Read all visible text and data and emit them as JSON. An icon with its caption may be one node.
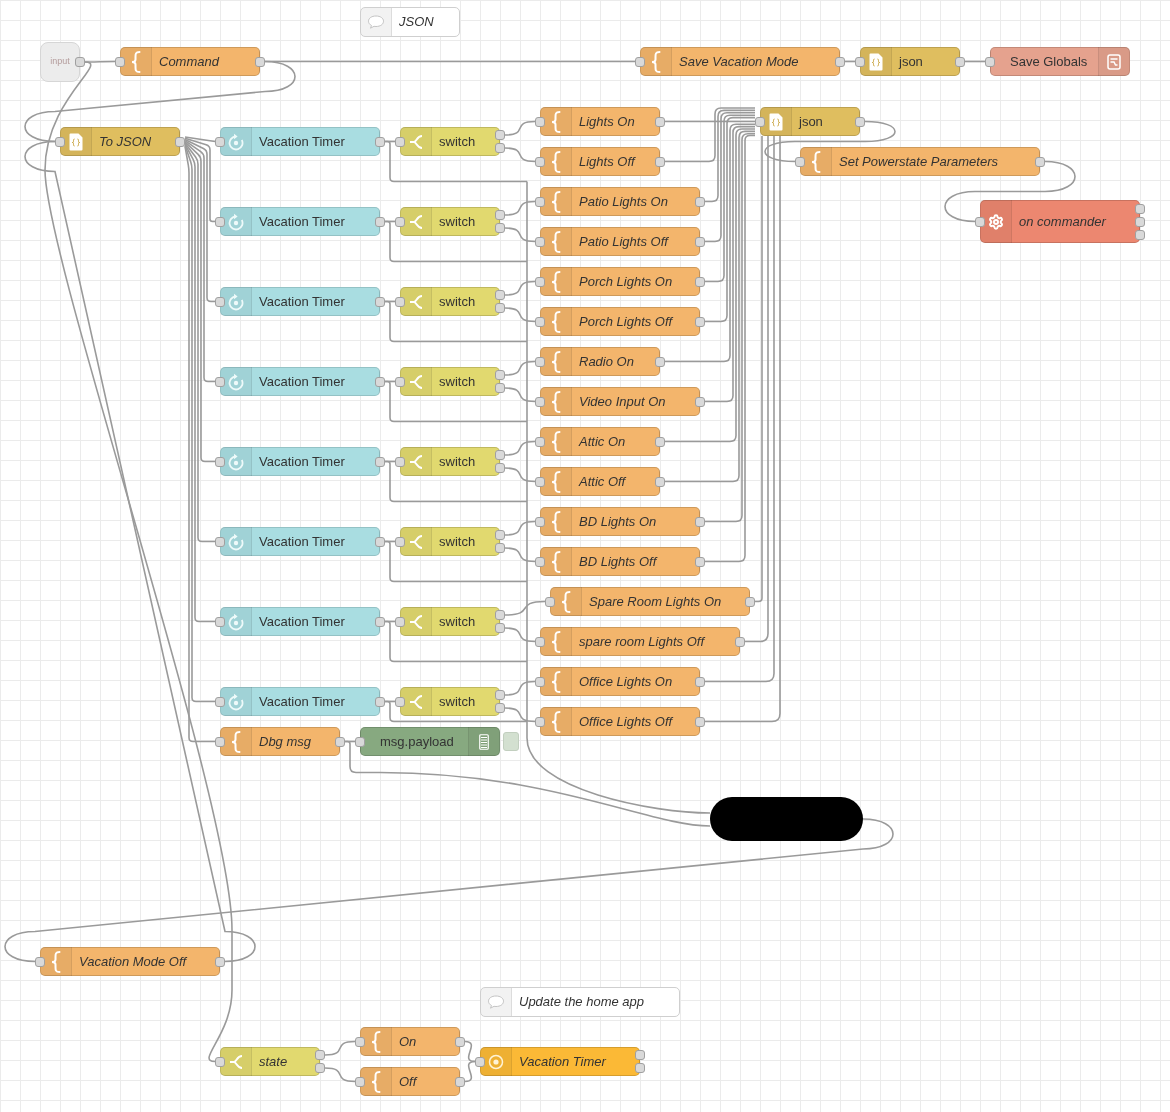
{
  "diagram": {
    "nodes": [
      {
        "text": [
          "JSON"
        ]
      },
      {
        "text": [
          "input"
        ]
      },
      {
        "text": [
          "Command"
        ]
      },
      {
        "text": [
          "Save Vacation Mode"
        ]
      },
      {
        "text": [
          "json"
        ]
      },
      {
        "text": [
          "Save Globals"
        ]
      },
      {
        "text": [
          "To JSON"
        ]
      },
      {
        "text": [
          "json"
        ]
      },
      {
        "text": [
          "Set Powerstate Parameters"
        ]
      },
      {
        "text": [
          "on commander"
        ]
      },
      {
        "text": [
          "Vacation Timer"
        ]
      },
      {
        "text": [
          "Vacation Timer"
        ]
      },
      {
        "text": [
          "Vacation Timer"
        ]
      },
      {
        "text": [
          "Vacation Timer"
        ]
      },
      {
        "text": [
          "Vacation Timer"
        ]
      },
      {
        "text": [
          "Vacation Timer"
        ]
      },
      {
        "text": [
          "Vacation Timer"
        ]
      },
      {
        "text": [
          "Vacation Timer"
        ]
      },
      {
        "text": [
          "switch"
        ]
      },
      {
        "text": [
          "switch"
        ]
      },
      {
        "text": [
          "switch"
        ]
      },
      {
        "text": [
          "switch"
        ]
      },
      {
        "text": [
          "switch"
        ]
      },
      {
        "text": [
          "switch"
        ]
      },
      {
        "text": [
          "switch"
        ]
      },
      {
        "text": [
          "switch"
        ]
      },
      {
        "text": [
          "Lights On"
        ]
      },
      {
        "text": [
          "Lights Off"
        ]
      },
      {
        "text": [
          "Patio Lights On"
        ]
      },
      {
        "text": [
          "Patio Lights Off"
        ]
      },
      {
        "text": [
          "Porch Lights On"
        ]
      },
      {
        "text": [
          "Porch Lights Off"
        ]
      },
      {
        "text": [
          "Radio On"
        ]
      },
      {
        "text": [
          "Video Input On"
        ]
      },
      {
        "text": [
          "Attic On"
        ]
      },
      {
        "text": [
          "Attic Off"
        ]
      },
      {
        "text": [
          "BD Lights On"
        ]
      },
      {
        "text": [
          "BD Lights Off"
        ]
      },
      {
        "text": [
          "Spare Room Lights On"
        ]
      },
      {
        "text": [
          "spare room Lights Off"
        ]
      },
      {
        "text": [
          "Office Lights On"
        ]
      },
      {
        "text": [
          "Office Lights Off"
        ]
      },
      {
        "text": [
          "Dbg msg"
        ]
      },
      {
        "text": [
          "msg.payload"
        ]
      },
      {
        "text": [],
        "shape": "box"
      },
      {
        "text": [
          "Vacation Mode Off"
        ]
      },
      {
        "text": [
          "Update the home app"
        ]
      },
      {
        "text": [
          "state"
        ]
      },
      {
        "text": [
          "On"
        ]
      },
      {
        "text": [
          "Off"
        ]
      },
      {
        "text": [
          "Vacation Timer"
        ]
      }
    ],
    "edges": [
      {
        "from": 1,
        "to": 2,
        "arrow": "none"
      },
      {
        "from": 1,
        "to": 47,
        "arrow": "none"
      },
      {
        "from": 2,
        "to": 3,
        "arrow": "none"
      },
      {
        "from": 2,
        "to": 6,
        "arrow": "none"
      },
      {
        "from": 3,
        "to": 4,
        "arrow": "none"
      },
      {
        "from": 4,
        "to": 5,
        "arrow": "none"
      },
      {
        "from": 6,
        "to": 10,
        "arrow": "none"
      },
      {
        "from": 6,
        "to": 11,
        "arrow": "none"
      },
      {
        "from": 6,
        "to": 12,
        "arrow": "none"
      },
      {
        "from": 6,
        "to": 13,
        "arrow": "none"
      },
      {
        "from": 6,
        "to": 14,
        "arrow": "none"
      },
      {
        "from": 6,
        "to": 15,
        "arrow": "none"
      },
      {
        "from": 6,
        "to": 16,
        "arrow": "none"
      },
      {
        "from": 6,
        "to": 17,
        "arrow": "none"
      },
      {
        "from": 6,
        "to": 42,
        "arrow": "none"
      },
      {
        "from": 10,
        "to": 18,
        "arrow": "none"
      },
      {
        "from": 11,
        "to": 19,
        "arrow": "none"
      },
      {
        "from": 12,
        "to": 20,
        "arrow": "none"
      },
      {
        "from": 13,
        "to": 21,
        "arrow": "none"
      },
      {
        "from": 14,
        "to": 22,
        "arrow": "none"
      },
      {
        "from": 15,
        "to": 23,
        "arrow": "none"
      },
      {
        "from": 16,
        "to": 24,
        "arrow": "none"
      },
      {
        "from": 17,
        "to": 25,
        "arrow": "none"
      },
      {
        "from": 18,
        "to": 26,
        "arrow": "none"
      },
      {
        "from": 18,
        "to": 27,
        "arrow": "none"
      },
      {
        "from": 19,
        "to": 28,
        "arrow": "none"
      },
      {
        "from": 19,
        "to": 29,
        "arrow": "none"
      },
      {
        "from": 20,
        "to": 30,
        "arrow": "none"
      },
      {
        "from": 20,
        "to": 31,
        "arrow": "none"
      },
      {
        "from": 21,
        "to": 32,
        "arrow": "none"
      },
      {
        "from": 21,
        "to": 33,
        "arrow": "none"
      },
      {
        "from": 22,
        "to": 34,
        "arrow": "none"
      },
      {
        "from": 22,
        "to": 35,
        "arrow": "none"
      },
      {
        "from": 23,
        "to": 36,
        "arrow": "none"
      },
      {
        "from": 23,
        "to": 37,
        "arrow": "none"
      },
      {
        "from": 24,
        "to": 38,
        "arrow": "none"
      },
      {
        "from": 24,
        "to": 39,
        "arrow": "none"
      },
      {
        "from": 25,
        "to": 40,
        "arrow": "none"
      },
      {
        "from": 25,
        "to": 41,
        "arrow": "none"
      },
      {
        "from": 26,
        "to": 7,
        "arrow": "none"
      },
      {
        "from": 27,
        "to": 7,
        "arrow": "none"
      },
      {
        "from": 28,
        "to": 7,
        "arrow": "none"
      },
      {
        "from": 29,
        "to": 7,
        "arrow": "none"
      },
      {
        "from": 30,
        "to": 7,
        "arrow": "none"
      },
      {
        "from": 31,
        "to": 7,
        "arrow": "none"
      },
      {
        "from": 32,
        "to": 7,
        "arrow": "none"
      },
      {
        "from": 33,
        "to": 7,
        "arrow": "none"
      },
      {
        "from": 34,
        "to": 7,
        "arrow": "none"
      },
      {
        "from": 35,
        "to": 7,
        "arrow": "none"
      },
      {
        "from": 36,
        "to": 7,
        "arrow": "none"
      },
      {
        "from": 37,
        "to": 7,
        "arrow": "none"
      },
      {
        "from": 38,
        "to": 7,
        "arrow": "none"
      },
      {
        "from": 39,
        "to": 7,
        "arrow": "none"
      },
      {
        "from": 40,
        "to": 7,
        "arrow": "none"
      },
      {
        "from": 41,
        "to": 7,
        "arrow": "none"
      },
      {
        "from": 7,
        "to": 8,
        "arrow": "none"
      },
      {
        "from": 8,
        "to": 9,
        "arrow": "none"
      },
      {
        "from": 10,
        "to": 44,
        "arrow": "none"
      },
      {
        "from": 11,
        "to": 44,
        "arrow": "none"
      },
      {
        "from": 12,
        "to": 44,
        "arrow": "none"
      },
      {
        "from": 13,
        "to": 44,
        "arrow": "none"
      },
      {
        "from": 14,
        "to": 44,
        "arrow": "none"
      },
      {
        "from": 15,
        "to": 44,
        "arrow": "none"
      },
      {
        "from": 16,
        "to": 44,
        "arrow": "none"
      },
      {
        "from": 17,
        "to": 44,
        "arrow": "none"
      },
      {
        "from": 42,
        "to": 44,
        "arrow": "none"
      },
      {
        "from": 42,
        "to": 43,
        "arrow": "none"
      },
      {
        "from": 44,
        "to": 45,
        "arrow": "none"
      },
      {
        "from": 45,
        "to": 6,
        "arrow": "none"
      },
      {
        "from": 47,
        "to": 48,
        "arrow": "none"
      },
      {
        "from": 47,
        "to": 49,
        "arrow": "none"
      },
      {
        "from": 48,
        "to": 50,
        "arrow": "none"
      },
      {
        "from": 49,
        "to": 50,
        "arrow": "none"
      }
    ]
  }
}
